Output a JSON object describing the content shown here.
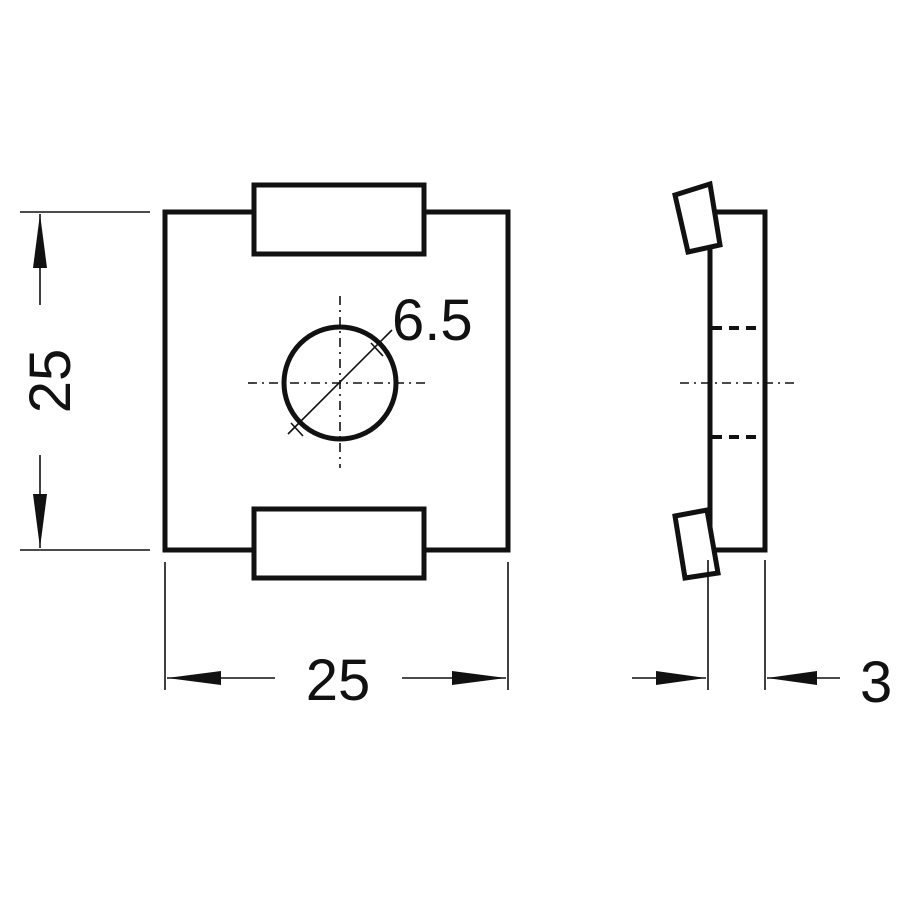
{
  "dimensions": {
    "height_label": "25",
    "width_label": "25",
    "hole_diameter_label": "6.5",
    "thickness_label": "3"
  },
  "colors": {
    "line": "#111111",
    "background": "#ffffff"
  }
}
